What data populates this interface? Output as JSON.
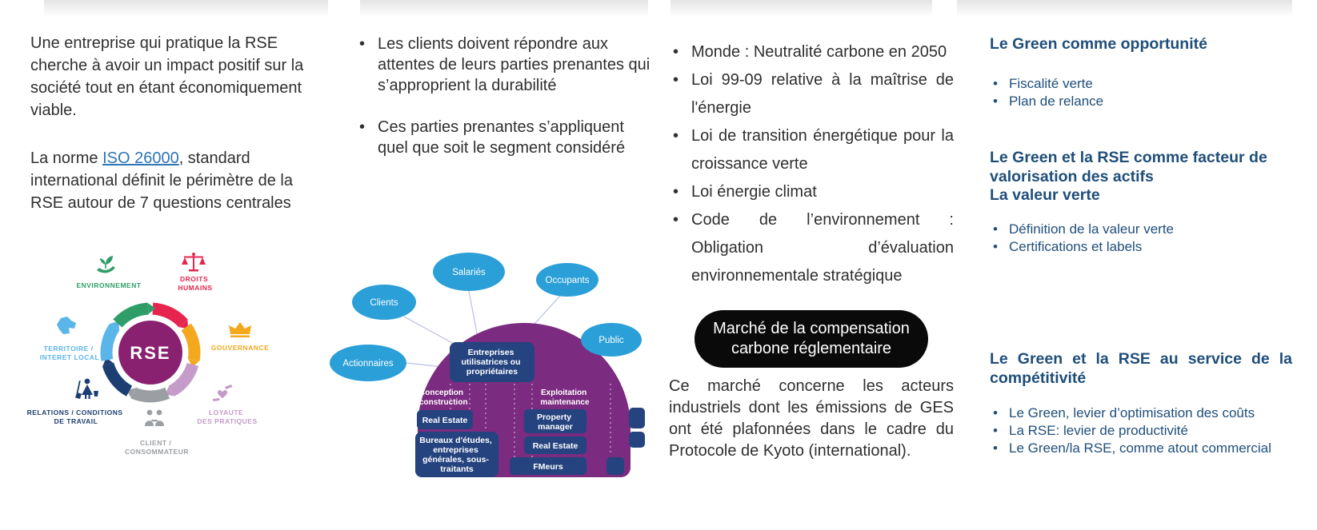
{
  "colors": {
    "text": "#2f2f2f",
    "link_blue": "#2e75b6",
    "heading_blue": "#1f4e79",
    "pill_black": "#0a0a0a",
    "ellipse_blue": "#2b9fd7",
    "dome_purple": "#7b2b80",
    "box_navy": "#25437f",
    "rse_center": "#8a2170",
    "ring_green": "#2f9d68",
    "ring_red": "#e5254d",
    "ring_orange": "#f3a81e",
    "ring_mauve": "#c49bc9",
    "ring_gray": "#9b9fa3",
    "ring_navy": "#1c3e72",
    "ring_lightblue": "#5ab5e8"
  },
  "col1": {
    "para1": "Une entreprise qui pratique la RSE cherche à avoir un impact positif sur la société tout en étant économiquement viable.",
    "para2_prefix": "La norme ",
    "para2_link": "ISO 26000",
    "para2_suffix": ",  standard international définit le périmètre de la RSE autour de 7 questions centrales"
  },
  "rse_diagram": {
    "center_label": "RSE",
    "environnement": "ENVIRONNEMENT",
    "droits_line1": "DROITS",
    "droits_line2": "HUMAINS",
    "gouvernance": "GOUVERNANCE",
    "loyaute_line1": "LOYAUTE",
    "loyaute_line2": "DES PRATIQUES",
    "client_line1": "CLIENT /",
    "client_line2": "CONSOMMATEUR",
    "relations_line1": "RELATIONS / CONDITIONS",
    "relations_line2": "DE TRAVAIL",
    "territoire_line1": "TERRITOIRE /",
    "territoire_line2": "INTERET LOCAL"
  },
  "col2": {
    "bullet1": "Les clients doivent répondre aux attentes de leurs parties prenantes qui s’approprient la durabilité",
    "bullet2": "Ces parties prenantes s’appliquent quel que soit le segment considéré"
  },
  "stakeholder_diagram": {
    "clients": "Clients",
    "salaries": "Salariés",
    "occupants": "Occupants",
    "public": "Public",
    "actionnaires": "Actionnaires",
    "center_line1": "Entreprises",
    "center_line2": "utilisatrices ou",
    "center_line3": "propriétaires",
    "left_zone_line1": "Conception",
    "left_zone_line2": "construction",
    "right_zone_line1": "Exploitation",
    "right_zone_line2": "maintenance",
    "box_real_estate_left": "Real Estate",
    "box_bureaux_line1": "Bureaux d'études,",
    "box_bureaux_line2": "entreprises",
    "box_bureaux_line3": "générales, sous-",
    "box_bureaux_line4": "traitants",
    "box_property_line1": "Property",
    "box_property_line2": "manager",
    "box_real_estate_right": "Real Estate",
    "box_fmeurs": "FMeurs"
  },
  "col3": {
    "bullets": [
      "Monde : Neutralité carbone en 2050",
      "Loi 99-09 relative à la maîtrise de l'énergie",
      "Loi de transition énergétique pour la croissance verte",
      "Loi énergie climat",
      "Code de l’environnement : Obligation d’évaluation environnementale stratégique"
    ],
    "pill_line1": "Marché de la compensation",
    "pill_line2": "carbone réglementaire",
    "paragraph": "Ce marché concerne les acteurs industriels dont les émissions de GES ont été plafonnées dans le cadre du Protocole de Kyoto (international)."
  },
  "col4": {
    "heading1": "Le Green comme opportunité",
    "bullets1": [
      "Fiscalité verte",
      "Plan de relance"
    ],
    "heading2_line1": "Le Green et la RSE comme facteur de valorisation des actifs",
    "heading2_line2": "La valeur verte",
    "bullets2": [
      "Définition de la valeur verte",
      "Certifications et labels"
    ],
    "heading3": "Le Green et la RSE au service de la compétitivité",
    "bullets3": [
      "Le Green, levier d’optimisation des coûts",
      "La RSE: levier de productivité",
      "Le Green/la RSE, comme atout commercial"
    ]
  }
}
